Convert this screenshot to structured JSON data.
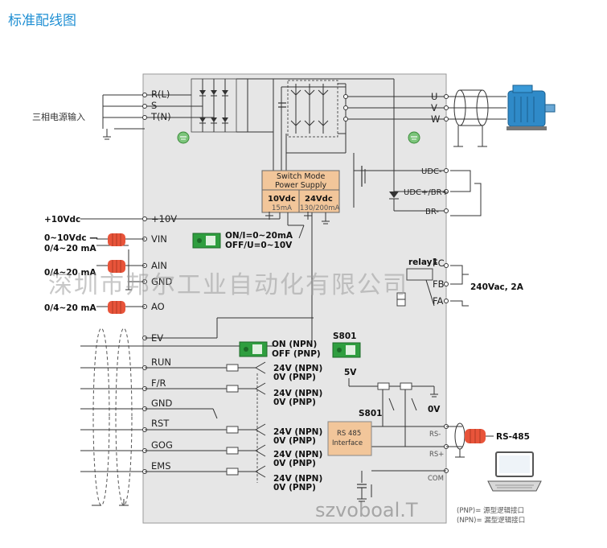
{
  "title": "标准配线图",
  "power_input": {
    "label": "三相电源输入",
    "terminals": [
      "R(L)",
      "S",
      "T(N)"
    ]
  },
  "outputs": {
    "terminals": [
      "U",
      "V",
      "W"
    ]
  },
  "brake": {
    "terminals": [
      "UDC-",
      "UDC+/BR+",
      "BR-"
    ]
  },
  "psu": {
    "line1": "Switch Mode",
    "line2": "Power Supply",
    "v1": "10Vdc",
    "a1": "15mA",
    "v2": "24Vdc",
    "a2": "130/200mA"
  },
  "analog": {
    "plus10v_ext": "+10Vdc",
    "plus10v": "+10V",
    "vin": "VIN",
    "ain": "AIN",
    "gnd": "GND",
    "ao": "AO",
    "ev": "EV",
    "vin_range_1": "0~10Vdc  —",
    "vin_range_2": "0/4~20  mA",
    "ain_range": "0/4~20  mA",
    "ao_range": "0/4~20  mA",
    "jumper_1": "ON/I=0~20mA",
    "jumper_2": "OFF/U=0~10V"
  },
  "relay": {
    "label": "relay1",
    "fc": "FC",
    "fb": "FB",
    "fa": "FA",
    "rating": "240Vac, 2A"
  },
  "digital": {
    "terminals": [
      "RUN",
      "F/R",
      "GND",
      "RST",
      "GOG",
      "EMS"
    ],
    "npn": "ON  (NPN)",
    "pnp": "OFF (PNP)",
    "v24": "24V  (NPN)",
    "v0": "0V  (PNP)",
    "switch_top": "S801",
    "switch_mid": "S801",
    "v5": "5V",
    "v0b": "0V"
  },
  "rs485": {
    "box_1": "RS 485",
    "box_2": "Interface",
    "rs_minus": "RS-",
    "rs_plus": "RS+",
    "com": "COM",
    "label": "RS-485"
  },
  "legend": {
    "pnp": "(PNP)=  源型逻辑接口",
    "npn": "(NPN)=  漏型逻辑接口"
  },
  "watermark": {
    "cn": "深圳市邦尔工业自动化有限公司",
    "url": "szvoboal.T"
  },
  "icons": {
    "motor": "motor-icon",
    "laptop": "laptop-icon",
    "ground": "ground-icon",
    "connector": "ferrite-connector-icon"
  },
  "colors": {
    "title": "#1f8fd3",
    "chassis": "#e6e6e6",
    "psu_box": "#f2c69a",
    "rs485_box": "#f2c69a",
    "connector": "#e8543a",
    "jumper": "#2f9e3f",
    "ground_badge": "#7bc47a",
    "motor": "#2f8ac8"
  }
}
